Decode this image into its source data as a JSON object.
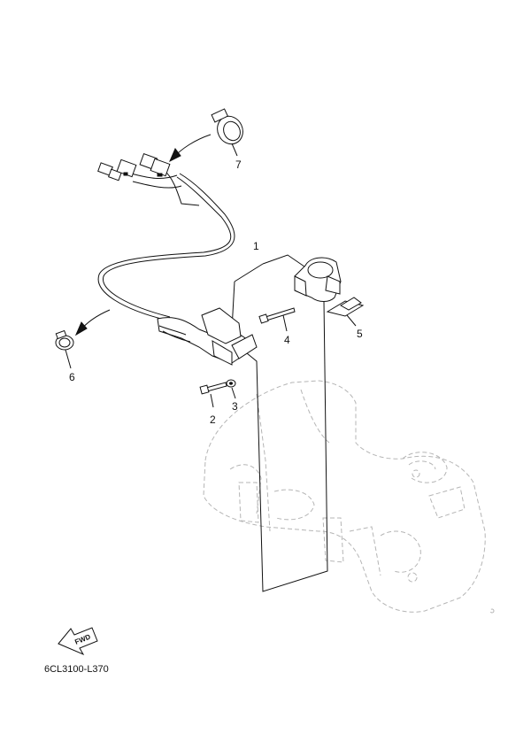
{
  "callouts": [
    {
      "id": "1",
      "label": "1"
    },
    {
      "id": "2",
      "label": "2"
    },
    {
      "id": "3",
      "label": "3"
    },
    {
      "id": "4",
      "label": "4"
    },
    {
      "id": "5",
      "label": "5"
    },
    {
      "id": "6",
      "label": "6"
    },
    {
      "id": "7",
      "label": "7"
    }
  ],
  "direction_marker": {
    "label": "FWD"
  },
  "drawing_code": "6CL3100-L370"
}
